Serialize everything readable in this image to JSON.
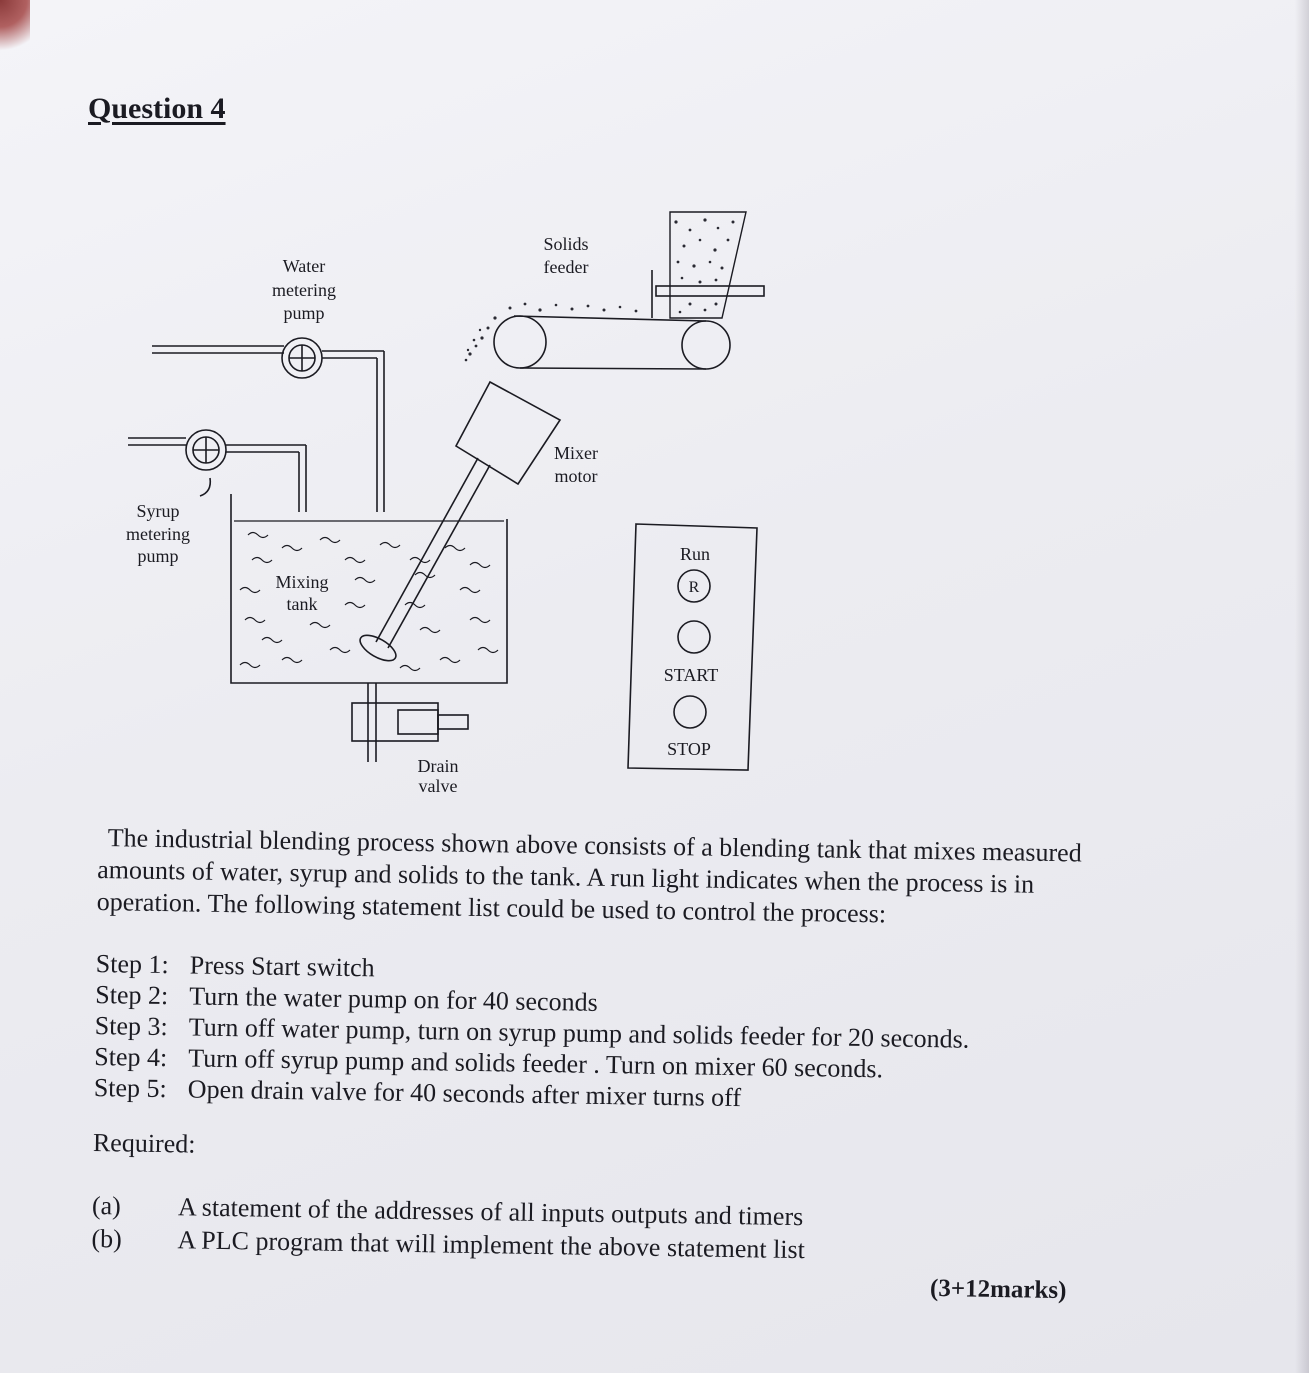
{
  "title": "Question 4",
  "diagram": {
    "water_pump_label": [
      "Water",
      "metering",
      "pump"
    ],
    "syrup_pump_label": [
      "Syrup",
      "metering",
      "pump"
    ],
    "solids_feeder_label": [
      "Solids",
      "feeder"
    ],
    "mixer_motor_label": [
      "Mixer",
      "motor"
    ],
    "mixing_tank_label": [
      "Mixing",
      "tank"
    ],
    "drain_valve_label": [
      "Drain",
      "valve"
    ],
    "panel": {
      "run_label": "Run",
      "run_indicator": "R",
      "start_label": "START",
      "stop_label": "STOP"
    }
  },
  "intro": "The industrial blending process shown above consists of a blending tank that mixes measured amounts of water, syrup and solids to the tank. A run light indicates when the process is in operation. The following statement list could be used to control the process:",
  "steps": [
    {
      "label": "Step 1:",
      "text": "Press Start switch"
    },
    {
      "label": "Step 2:",
      "text": "Turn the water pump on for 40 seconds"
    },
    {
      "label": "Step 3:",
      "text": "Turn off water pump, turn on syrup pump and solids feeder for 20 seconds."
    },
    {
      "label": "Step 4:",
      "text": "Turn off syrup pump and solids feeder . Turn on mixer 60 seconds."
    },
    {
      "label": "Step 5:",
      "text": "Open drain valve for 40 seconds after mixer turns off"
    }
  ],
  "required_label": "Required:",
  "requirements": [
    {
      "label": "(a)",
      "text": "A statement of the addresses of all inputs outputs and timers"
    },
    {
      "label": "(b)",
      "text": "A PLC program that will implement the above statement list"
    }
  ],
  "marks": "(3+12marks)"
}
